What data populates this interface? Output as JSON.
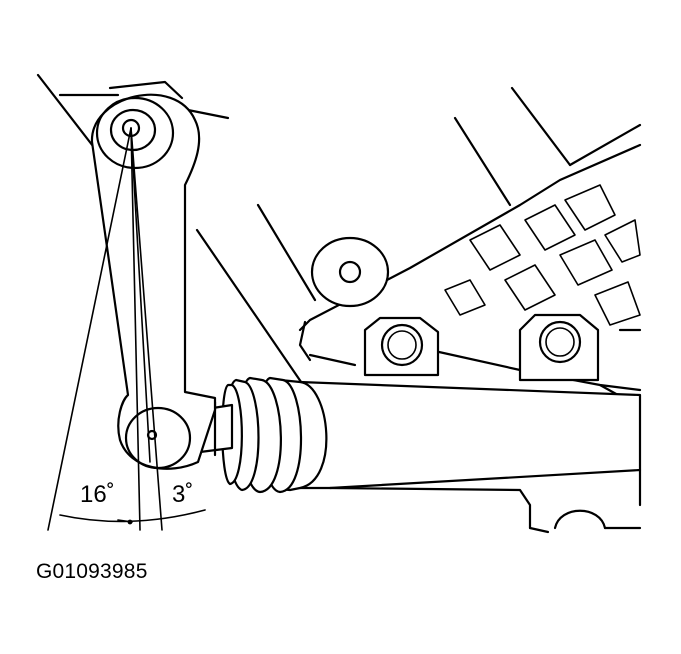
{
  "diagram": {
    "labels": {
      "angle_left": "16˚",
      "angle_right": "3˚"
    },
    "figure_id": "G01093985",
    "colors": {
      "line": "#000000",
      "background": "#ffffff"
    }
  }
}
